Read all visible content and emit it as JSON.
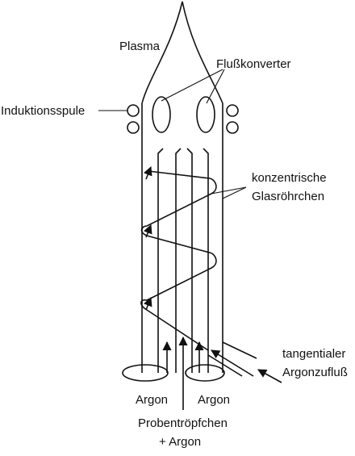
{
  "labels": {
    "plasma": "Plasma",
    "flow_converter": "Flußkonverter",
    "induction_coil": "Induktionsspule",
    "concentric_tubes_line1": "konzentrische",
    "concentric_tubes_line2": "Glasröhrchen",
    "tangential_line1": "tangentialer",
    "tangential_line2": "Argonzufluß",
    "argon_left": "Argon",
    "argon_right": "Argon",
    "sample_line1": "Probentröpfchen",
    "sample_line2": "+ Argon"
  },
  "colors": {
    "line": "#111111",
    "background": "#ffffff"
  }
}
